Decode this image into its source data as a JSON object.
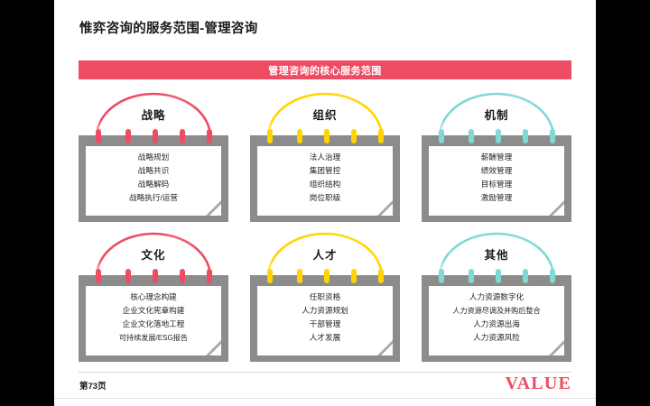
{
  "slide": {
    "title": "惟弈咨询的服务范围-管理咨询",
    "banner": "管理咨询的核心服务范围",
    "page_number": "第73页",
    "brand": "VALUE"
  },
  "colors": {
    "banner_bg": "#EE4C63",
    "pink": "#EE4C63",
    "yellow": "#FFD400",
    "teal": "#7FD9D4",
    "board_gray": "#8C8C8C",
    "page_white": "#FFFFFF",
    "title_text": "#1A1A1A"
  },
  "cards": [
    {
      "title": "战略",
      "accent": "#EE4C63",
      "accent_name": "pink",
      "items": [
        "战略规划",
        "战略共识",
        "战略解码",
        "战略执行/运营"
      ]
    },
    {
      "title": "组织",
      "accent": "#FFD400",
      "accent_name": "yellow",
      "items": [
        "法人治理",
        "集团管控",
        "组织结构",
        "岗位职级"
      ]
    },
    {
      "title": "机制",
      "accent": "#7FD9D4",
      "accent_name": "teal",
      "items": [
        "薪酬管理",
        "绩效管理",
        "目标管理",
        "激励管理"
      ]
    },
    {
      "title": "文化",
      "accent": "#EE4C63",
      "accent_name": "pink",
      "items": [
        "核心理念构建",
        "企业文化宪章构建",
        "企业文化落地工程",
        "可持续发展/ESG报告"
      ]
    },
    {
      "title": "人才",
      "accent": "#FFD400",
      "accent_name": "yellow",
      "items": [
        "任职资格",
        "人力资源规划",
        "干部管理",
        "人才发展"
      ]
    },
    {
      "title": "其他",
      "accent": "#7FD9D4",
      "accent_name": "teal",
      "items": [
        "人力资源数字化",
        "人力资源尽调及并购后整合",
        "人力资源出海",
        "人力资源风险"
      ]
    }
  ]
}
